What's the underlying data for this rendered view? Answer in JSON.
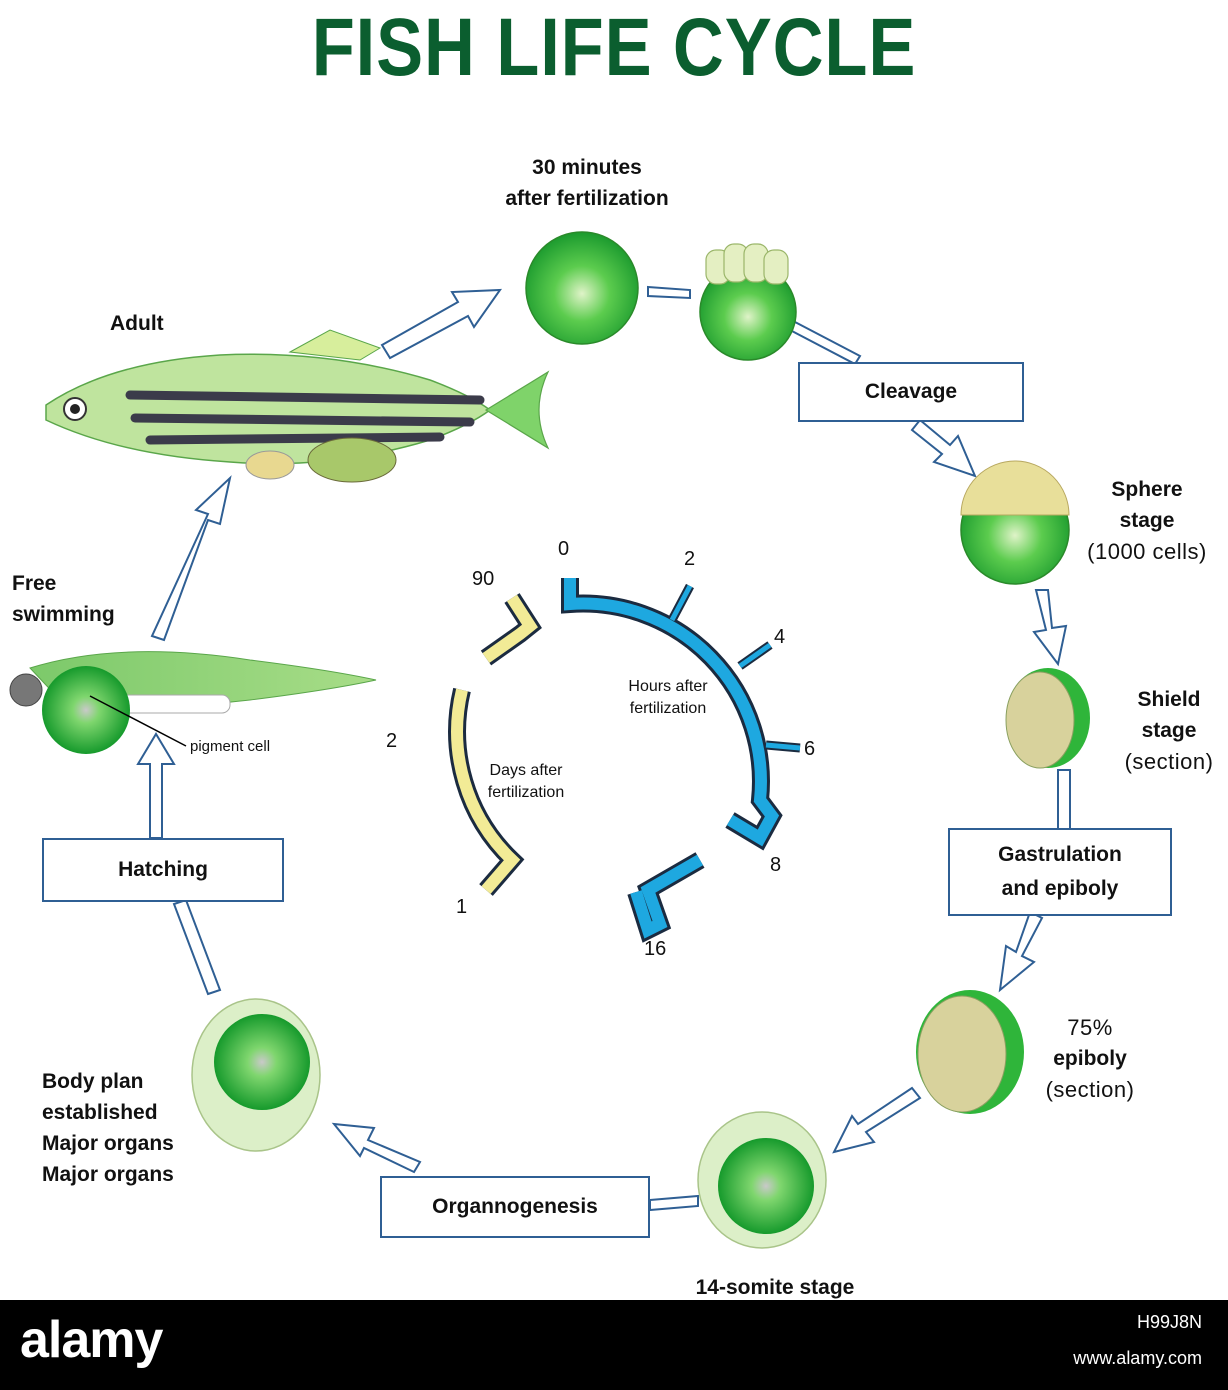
{
  "title": "FISH LIFE CYCLE",
  "stages": {
    "fertilization": [
      "30 minutes",
      "after fertilization"
    ],
    "cleavage": "Cleavage",
    "sphere": [
      "Sphere",
      "stage",
      "(1000 cells)"
    ],
    "shield": [
      "Shield",
      "stage",
      "(section)"
    ],
    "gastrulation": [
      "Gastrulation",
      "and epiboly"
    ],
    "epiboly": [
      "75%",
      "epiboly",
      "(section)"
    ],
    "somite": "14-somite stage",
    "organogenesis": "Organnogenesis",
    "body_plan": [
      "Body plan",
      "established",
      "Major organs",
      "Major organs"
    ],
    "hatching": "Hatching",
    "free_swimming": [
      "Free",
      "swimming"
    ],
    "pigment": "pigment cell",
    "adult": "Adult"
  },
  "timeline": {
    "hours_caption": [
      "Hours after",
      "fertilization"
    ],
    "days_caption": [
      "Days after",
      "fertilization"
    ],
    "hour_ticks": [
      "0",
      "2",
      "4",
      "6",
      "8",
      "16"
    ],
    "day_ticks": [
      "90",
      "2",
      "1"
    ],
    "hours_color": "#1ea8e0",
    "days_color": "#f2eb96"
  },
  "colors": {
    "title": "#0b5e2f",
    "arrow": "#2f5f94",
    "embryo": "#2fb53a",
    "footer": "#000000"
  },
  "footer": {
    "brand": "alamy",
    "image_id": "H99J8N",
    "site": "www.alamy.com"
  }
}
